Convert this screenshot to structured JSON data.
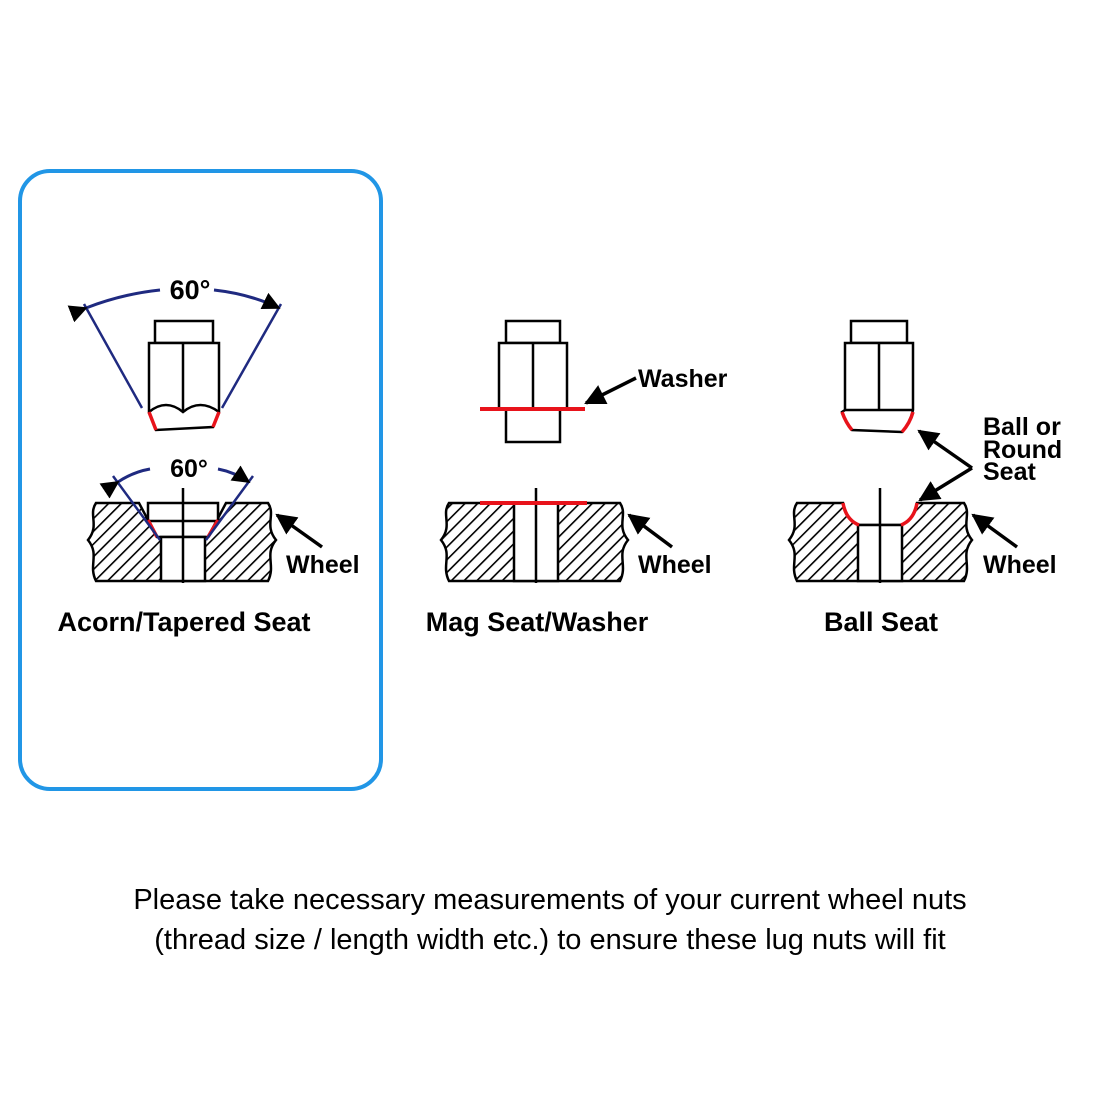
{
  "colors": {
    "highlight_frame": "#2196e6",
    "angle_lines": "#1f2a80",
    "seat_contact": "#e8131b",
    "outline": "#000000"
  },
  "diagrams": [
    {
      "id": "acorn",
      "title": "Acorn/Tapered Seat",
      "nut_angle_label": "60°",
      "seat_angle_label": "60°",
      "wheel_label": "Wheel",
      "highlighted": true
    },
    {
      "id": "mag",
      "title": "Mag Seat/Washer",
      "washer_label": "Washer",
      "wheel_label": "Wheel",
      "highlighted": false
    },
    {
      "id": "ball",
      "title": "Ball Seat",
      "seat_label_lines": [
        "Ball or",
        "Round",
        "Seat"
      ],
      "wheel_label": "Wheel",
      "highlighted": false
    }
  ],
  "note_lines": [
    "Please take necessary measurements of your current wheel nuts",
    "(thread size / length width etc.) to ensure these lug nuts will fit"
  ]
}
